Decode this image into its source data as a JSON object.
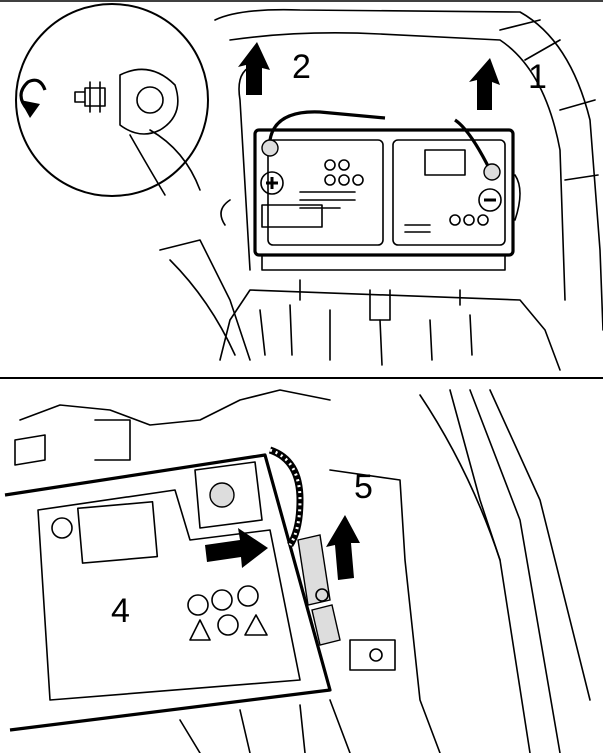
{
  "figure": {
    "top_panel": {
      "callouts": [
        "2",
        "1"
      ]
    },
    "bottom_panel": {
      "callouts": [
        "5",
        "4"
      ]
    },
    "icons": [
      "rotate-arrow-icon",
      "up-arrow-icon",
      "right-arrow-icon",
      "plus-terminal-icon",
      "minus-terminal-icon"
    ]
  }
}
